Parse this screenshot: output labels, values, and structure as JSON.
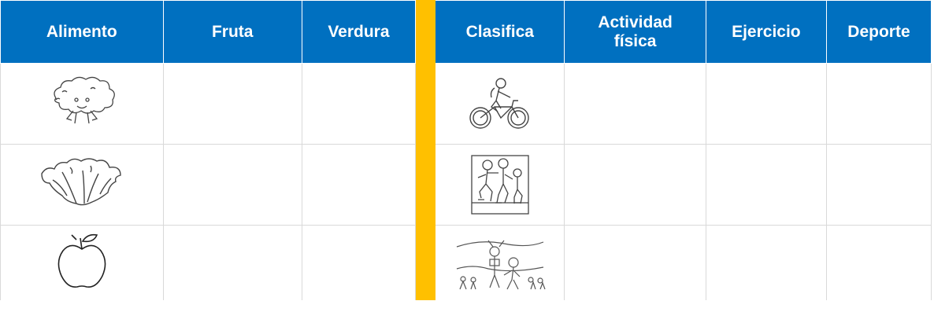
{
  "headers": {
    "alimento": "Alimento",
    "fruta": "Fruta",
    "verdura": "Verdura",
    "clasifica": "Clasifica",
    "actividad_line1": "Actividad",
    "actividad_line2": "física",
    "ejercicio": "Ejercicio",
    "deporte": "Deporte"
  },
  "rows": [
    {
      "alimento_icon": "broccoli-icon",
      "actividad_icon": "cyclist-icon"
    },
    {
      "alimento_icon": "lettuce-icon",
      "actividad_icon": "rollerskating-icon"
    },
    {
      "alimento_icon": "apple-icon",
      "actividad_icon": "runners-icon"
    }
  ],
  "colors": {
    "header_blue": "#0070c0",
    "divider_yellow": "#ffc000",
    "header_text": "#ffffff"
  }
}
